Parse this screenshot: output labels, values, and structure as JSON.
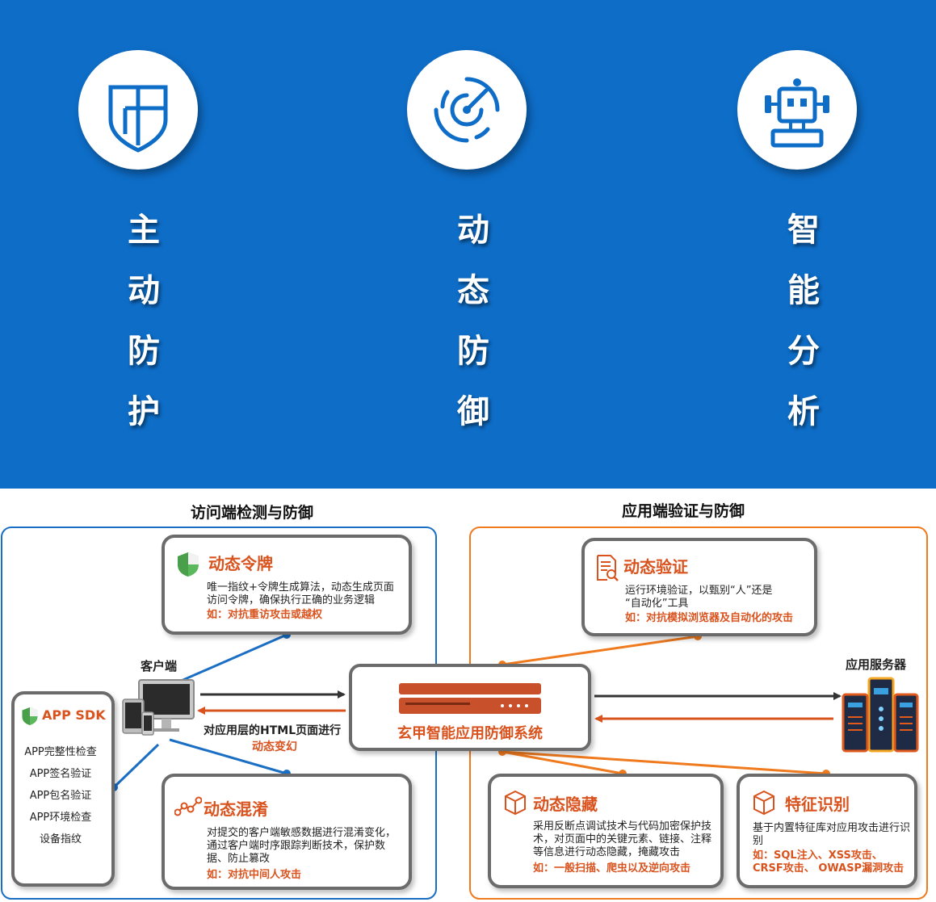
{
  "hero": {
    "features": [
      {
        "title_chars": [
          "主",
          "动",
          "防",
          "护"
        ],
        "icon": "shield-icon"
      },
      {
        "title_chars": [
          "动",
          "态",
          "防",
          "御"
        ],
        "icon": "radar-icon"
      },
      {
        "title_chars": [
          "智",
          "能",
          "分",
          "析"
        ],
        "icon": "robot-icon"
      }
    ]
  },
  "diagram": {
    "left_section_title": "访问端检测与防御",
    "right_section_title": "应用端验证与防御",
    "client_label": "客户端",
    "server_label": "应用服务器",
    "center_label": "玄甲智能应用防御系统",
    "html_note_line1": "对应用层的HTML页面进行",
    "html_note_line2": "动态变幻",
    "token": {
      "title": "动态令牌",
      "icon": "shield-check-icon",
      "text": "唯一指纹+令牌生成算法，动态生成页面访问令牌，确保执行正确的业务逻辑",
      "note": "如：对抗重访攻击或越权"
    },
    "obfuscation": {
      "title": "动态混淆",
      "icon": "graph-nodes-icon",
      "text": "对提交的客户端敏感数据进行混淆变化，通过客户端时序跟踪判断技术，保护数据、防止篡改",
      "note": "如：对抗中间人攻击"
    },
    "sdk": {
      "title": "APP SDK",
      "icon": "shield-check-icon",
      "items": [
        "APP完整性检查",
        "APP签名验证",
        "APP包名验证",
        "APP环境检查",
        "设备指纹"
      ]
    },
    "verify": {
      "title": "动态验证",
      "icon": "document-search-icon",
      "text_line1": "运行环境验证，以甄别“人”还是",
      "text_line2": "“自动化”工具",
      "note": "如：对抗模拟浏览器及自动化的攻击"
    },
    "hide": {
      "title": "动态隐藏",
      "icon": "cube-icon",
      "text": "采用反断点调试技术与代码加密保护技术，对页面中的关键元素、链接、注释等信息进行动态隐藏，掩藏攻击",
      "note": "如：一般扫描、爬虫以及逆向攻击"
    },
    "signature": {
      "title": "特征识别",
      "icon": "cube-icon",
      "text": "基于内置特征库对应用攻击进行识别",
      "note_line1": "如：SQL注入、XSS攻击、",
      "note_line2": "CRSF攻击、 OWASP漏洞攻击"
    },
    "colors": {
      "blue": "#0E6DC7",
      "orange": "#D9531E",
      "orange_line": "#F07A1E",
      "gray_border": "#6b6b6b"
    }
  }
}
